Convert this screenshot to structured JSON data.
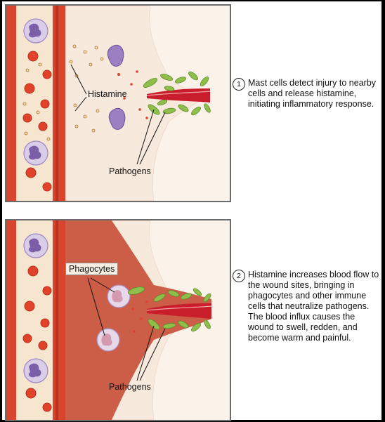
{
  "panel1": {
    "histamine_label": "Histamine",
    "pathogens_label": "Pathogens"
  },
  "panel2": {
    "phagocytes_label": "Phagocytes",
    "pathogens_label": "Pathogens"
  },
  "steps": [
    {
      "number": "1",
      "text": "Mast cells detect injury to nearby cells and release histamine, initiating inflammatory response."
    },
    {
      "number": "2",
      "text": "Histamine increases blood flow to the wound sites, bringing in phagocytes and other immune cells that neutralize pathogens. The blood influx causes the wound to swell, redden, and become warm and painful."
    }
  ],
  "colors": {
    "vessel_wall": "#d9452c",
    "blood_plasma": "#f6e6cf",
    "red_cell": "#e0432a",
    "tissue": "#f7e9dc",
    "inflamed_tissue": "#c8503a",
    "wound": "#c81e2b",
    "pathogen": "#8fbf4a",
    "leukocyte": "#d9cde8",
    "nucleus": "#7a5fa8"
  }
}
